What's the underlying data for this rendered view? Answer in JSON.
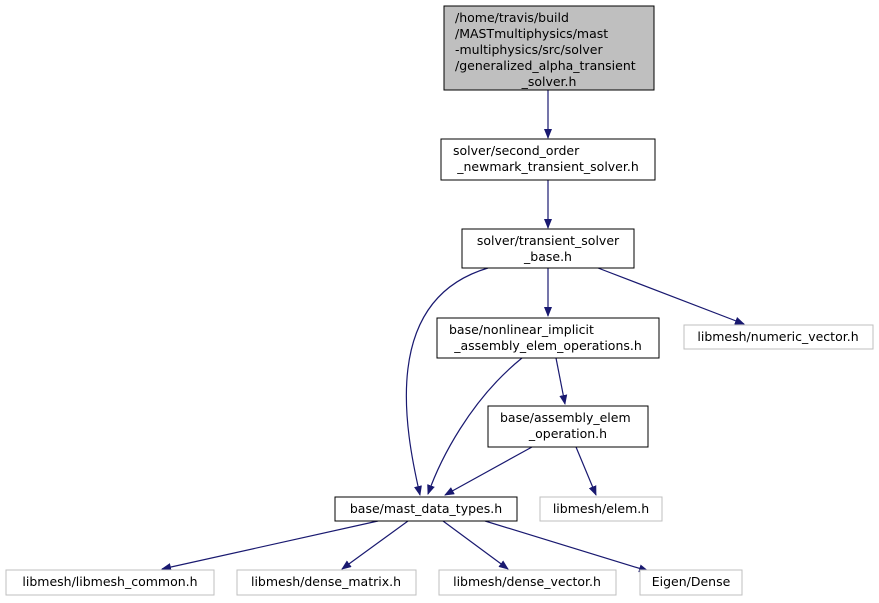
{
  "nodes": {
    "root": {
      "lines": [
        "/home/travis/build",
        "/MASTmultiphysics/mast",
        "-multiphysics/src/solver",
        "/generalized_alpha_transient",
        "_solver.h"
      ]
    },
    "newmark": {
      "lines": [
        "solver/second_order",
        "_newmark_transient_solver.h"
      ]
    },
    "transient_base": {
      "lines": [
        "solver/transient_solver",
        "_base.h"
      ]
    },
    "nonlinear_implicit": {
      "lines": [
        "base/nonlinear_implicit",
        "_assembly_elem_operations.h"
      ]
    },
    "numeric_vector": {
      "lines": [
        "libmesh/numeric_vector.h"
      ]
    },
    "assembly_elem": {
      "lines": [
        "base/assembly_elem",
        "_operation.h"
      ]
    },
    "mast_data_types": {
      "lines": [
        "base/mast_data_types.h"
      ]
    },
    "elem": {
      "lines": [
        "libmesh/elem.h"
      ]
    },
    "libmesh_common": {
      "lines": [
        "libmesh/libmesh_common.h"
      ]
    },
    "dense_matrix": {
      "lines": [
        "libmesh/dense_matrix.h"
      ]
    },
    "dense_vector": {
      "lines": [
        "libmesh/dense_vector.h"
      ]
    },
    "eigen_dense": {
      "lines": [
        "Eigen/Dense"
      ]
    }
  },
  "colors": {
    "root_fill": "#bfbfbf",
    "node_border": "#000000",
    "external_border": "#bfbfbf",
    "edge": "#191970"
  }
}
